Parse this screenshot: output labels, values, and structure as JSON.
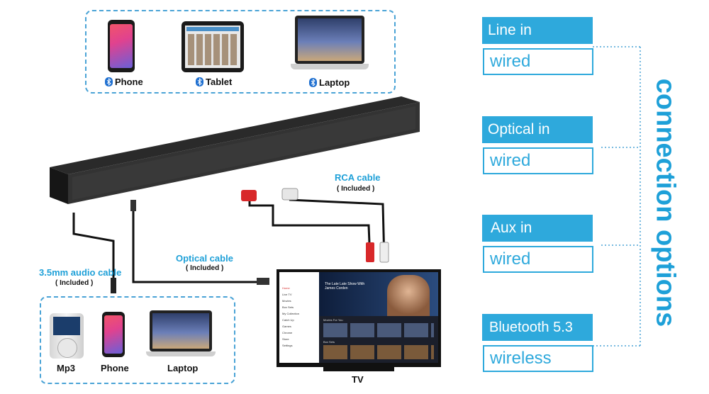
{
  "top_devices": [
    {
      "label": "Phone",
      "icon": "bluetooth-icon"
    },
    {
      "label": "Tablet",
      "icon": "bluetooth-icon"
    },
    {
      "label": "Laptop",
      "icon": "bluetooth-icon"
    }
  ],
  "bottom_devices": [
    {
      "label": "Mp3"
    },
    {
      "label": "Phone"
    },
    {
      "label": "Laptop"
    }
  ],
  "cables": {
    "rca": {
      "title": "RCA cable",
      "note": "( Included )"
    },
    "optical": {
      "title": "Optical cable",
      "note": "( Included )"
    },
    "aux": {
      "title": "3.5mm audio cable",
      "note": "( Included )"
    }
  },
  "tv": {
    "label": "TV",
    "show_title": "The Late Late Show With\nJames Corden",
    "menu": [
      "Home",
      "Live TV",
      "Movies",
      "Box Sets",
      "My Collection",
      "Catch Up",
      "Games",
      "Chrome",
      "Store",
      "Settings"
    ],
    "row1": "Movies For You",
    "row2": "Box Sets"
  },
  "connection_options": {
    "title": "connection options",
    "items": [
      {
        "name": "Line in",
        "type": "wired"
      },
      {
        "name": "Optical in",
        "type": "wired"
      },
      {
        "name": "Aux in",
        "type": "wired"
      },
      {
        "name": "Bluetooth 5.3",
        "type": "wireless"
      }
    ]
  },
  "colors": {
    "accent": "#2ea9dc",
    "dashed": "#4aa3d6",
    "cable": "#111111"
  }
}
